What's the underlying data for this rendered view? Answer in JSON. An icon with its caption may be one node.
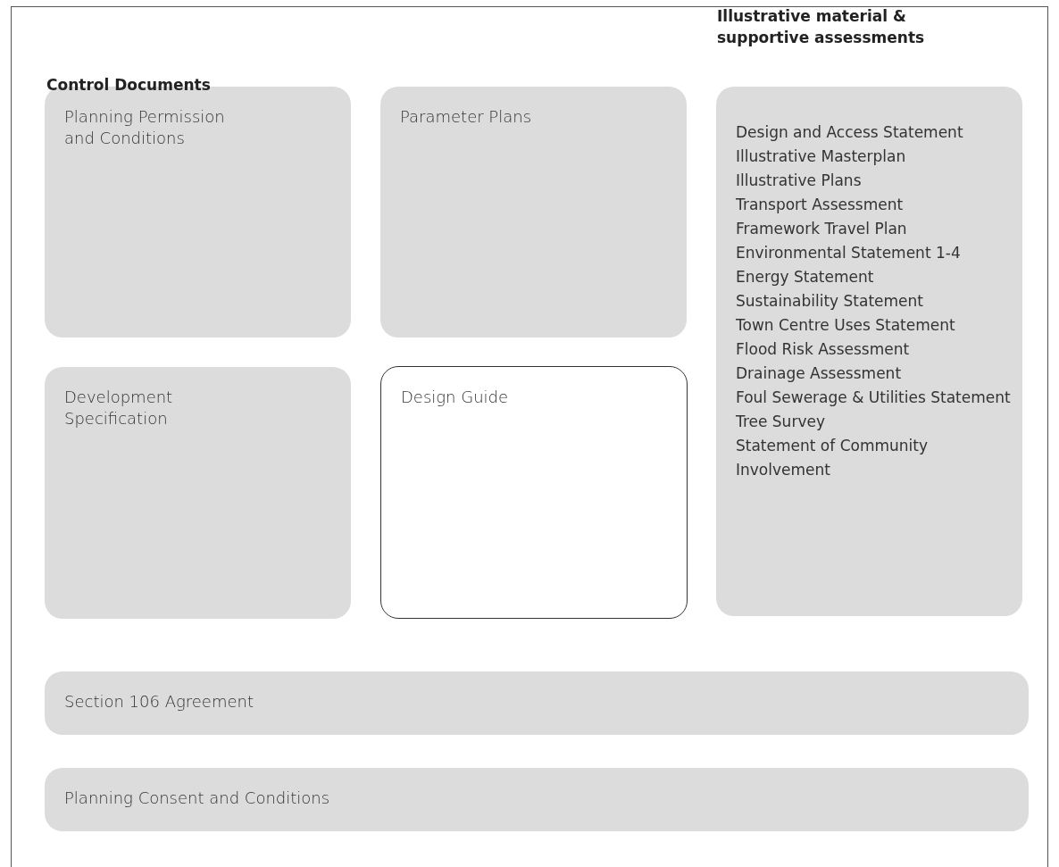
{
  "diagram": {
    "nodes": [
      {
        "text": [
          "Planning Permission and Conditions"
        ]
      },
      {
        "text": [
          "Parameter Plans"
        ]
      },
      {
        "text": [
          "Development Specification"
        ]
      },
      {
        "text": [
          "Design Guide"
        ]
      },
      {
        "text": [
          "Illustrative material & supportive assessments",
          "Design and Access Statement",
          "Illustrative Masterplan",
          "Illustrative Plans",
          "Transport Assessment",
          "Framework Travel Plan",
          "Environmental Statement 1-4",
          "Energy Statement",
          "Sustainability Statement",
          "Town Centre Uses Statement",
          "Flood Risk Assessment",
          "Drainage Assessment",
          "Foul Sewerage & Utilities Statement",
          "Tree Survey",
          "Statement of Community Involvement"
        ]
      },
      {
        "text": [
          "Section 106 Agreement"
        ]
      },
      {
        "text": [
          "Planning Consent and Conditions"
        ]
      }
    ],
    "labels": [
      "Control Documents"
    ]
  }
}
